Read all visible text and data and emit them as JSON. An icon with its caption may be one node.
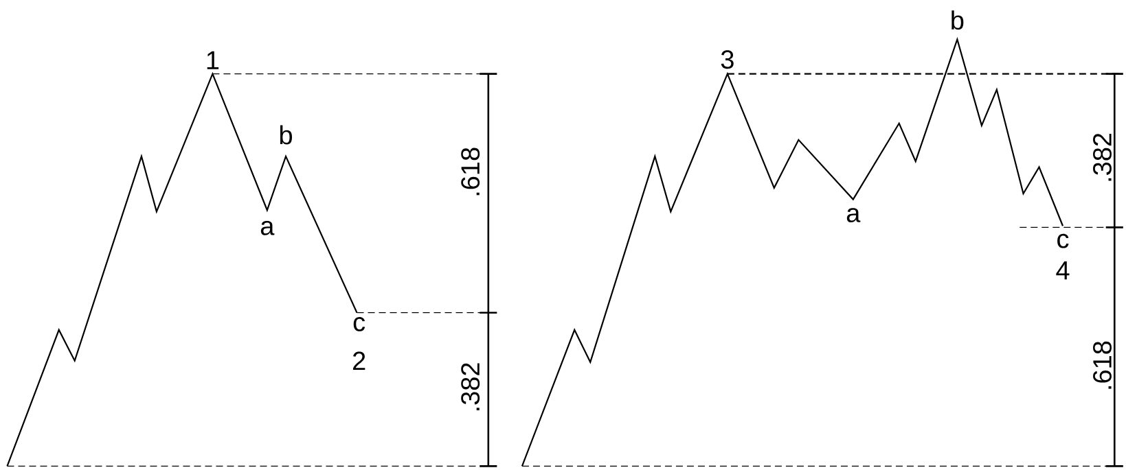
{
  "diagram": {
    "labels": [
      "1",
      "b",
      "a",
      "c",
      "2",
      ".618",
      ".382",
      "b",
      "3",
      "a",
      "c",
      "4",
      ".382",
      ".618"
    ]
  }
}
